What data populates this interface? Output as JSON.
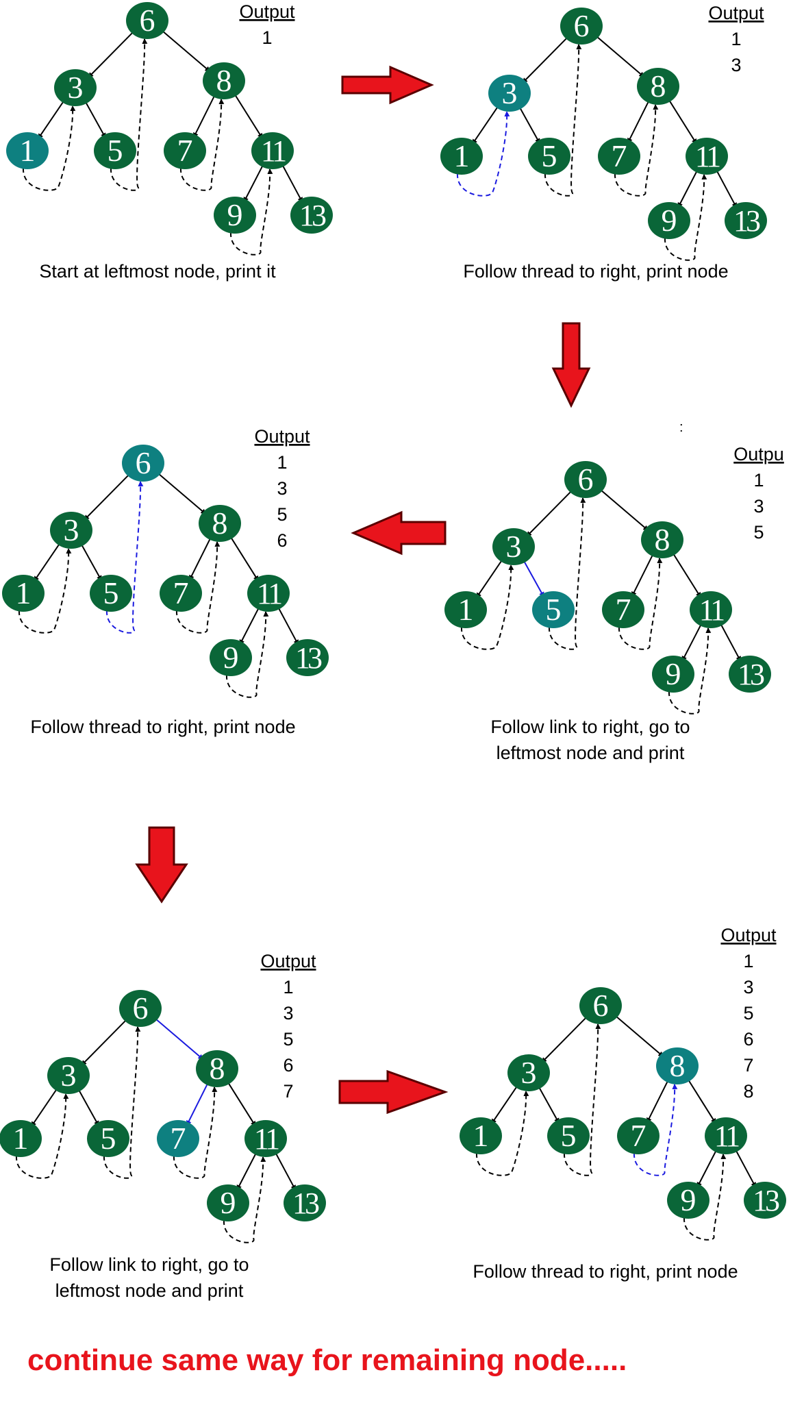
{
  "colors": {
    "node_normal": "#0a6638",
    "node_current": "#0e8080",
    "edge": "#000000",
    "thread": "#000000",
    "highlight": "#1a1adf",
    "arrow_fill": "#e8141c",
    "footer": "#e8141c"
  },
  "output_header": "Output",
  "panels": [
    {
      "caption_lines": [
        "Start at leftmost node, print it"
      ],
      "output_header": "Output",
      "output_values": [
        "1"
      ],
      "current_node": "1",
      "highlight_link": [],
      "highlight_thread": ""
    },
    {
      "caption_lines": [
        "Follow thread to right, print node"
      ],
      "output_header": "Output",
      "output_values": [
        "1",
        "3"
      ],
      "current_node": "3",
      "highlight_link": [],
      "highlight_thread": "1"
    },
    {
      "caption_lines": [
        "Follow link to right, go to",
        "leftmost node and print"
      ],
      "output_header": "Outpu",
      "output_values": [
        "1",
        "3",
        "5"
      ],
      "current_node": "5",
      "highlight_link": [
        [
          "3",
          "5"
        ]
      ],
      "highlight_thread": ""
    },
    {
      "caption_lines": [
        "Follow thread to right, print node"
      ],
      "output_header": "Output",
      "output_values": [
        "1",
        "3",
        "5",
        "6"
      ],
      "current_node": "6",
      "highlight_link": [],
      "highlight_thread": "5"
    },
    {
      "caption_lines": [
        "Follow link to right, go to",
        "leftmost node and print"
      ],
      "output_header": "Output",
      "output_values": [
        "1",
        "3",
        "5",
        "6",
        "7"
      ],
      "current_node": "7",
      "highlight_link": [
        [
          "6",
          "8"
        ],
        [
          "8",
          "7"
        ]
      ],
      "highlight_thread": ""
    },
    {
      "caption_lines": [
        "Follow thread to right, print node"
      ],
      "output_header": "Output",
      "output_values": [
        "1",
        "3",
        "5",
        "6",
        "7",
        "8"
      ],
      "current_node": "8",
      "highlight_link": [],
      "highlight_thread": "7"
    }
  ],
  "tree": {
    "nodes": [
      "6",
      "3",
      "8",
      "1",
      "5",
      "7",
      "11",
      "9",
      "13"
    ],
    "edges": [
      [
        "6",
        "3"
      ],
      [
        "6",
        "8"
      ],
      [
        "3",
        "1"
      ],
      [
        "3",
        "5"
      ],
      [
        "8",
        "7"
      ],
      [
        "8",
        "11"
      ],
      [
        "11",
        "9"
      ],
      [
        "11",
        "13"
      ]
    ],
    "threads": [
      [
        "1",
        "3"
      ],
      [
        "5",
        "6"
      ],
      [
        "7",
        "8"
      ],
      [
        "9",
        "11"
      ]
    ]
  },
  "footer_text": "continue same way for remaining node....."
}
